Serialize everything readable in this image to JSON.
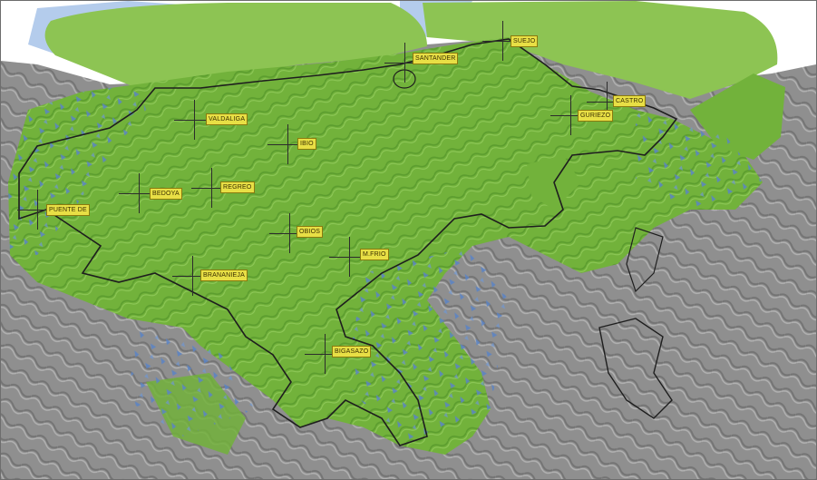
{
  "map": {
    "colors": {
      "sea_coverage": "#8dc453",
      "land_coverage": "#72b23b",
      "weak_signal": "#5b84c6",
      "terrain": "#8f8f8f",
      "border": "#1e1e1e",
      "label_fill": "#e8df45",
      "sea_water": "#b4ccec"
    },
    "sites": [
      {
        "id": "suejo",
        "label": "SUEJO"
      },
      {
        "id": "santander",
        "label": "SANTANDER"
      },
      {
        "id": "castro",
        "label": "CASTRO"
      },
      {
        "id": "guriezo",
        "label": "GURIEZO"
      },
      {
        "id": "valdaliga",
        "label": "VALDALIGA"
      },
      {
        "id": "ibio",
        "label": "IBIO"
      },
      {
        "id": "bedoya",
        "label": "BEDOYA"
      },
      {
        "id": "reg-ebo",
        "label": "REGREO"
      },
      {
        "id": "puente",
        "label": "PUENTE DE"
      },
      {
        "id": "obios",
        "label": "OBIOS"
      },
      {
        "id": "mfrio",
        "label": "M.FRIO"
      },
      {
        "id": "brananieja",
        "label": "BRANANIEJA"
      },
      {
        "id": "bigasazo",
        "label": "BIGASAZO"
      }
    ]
  }
}
